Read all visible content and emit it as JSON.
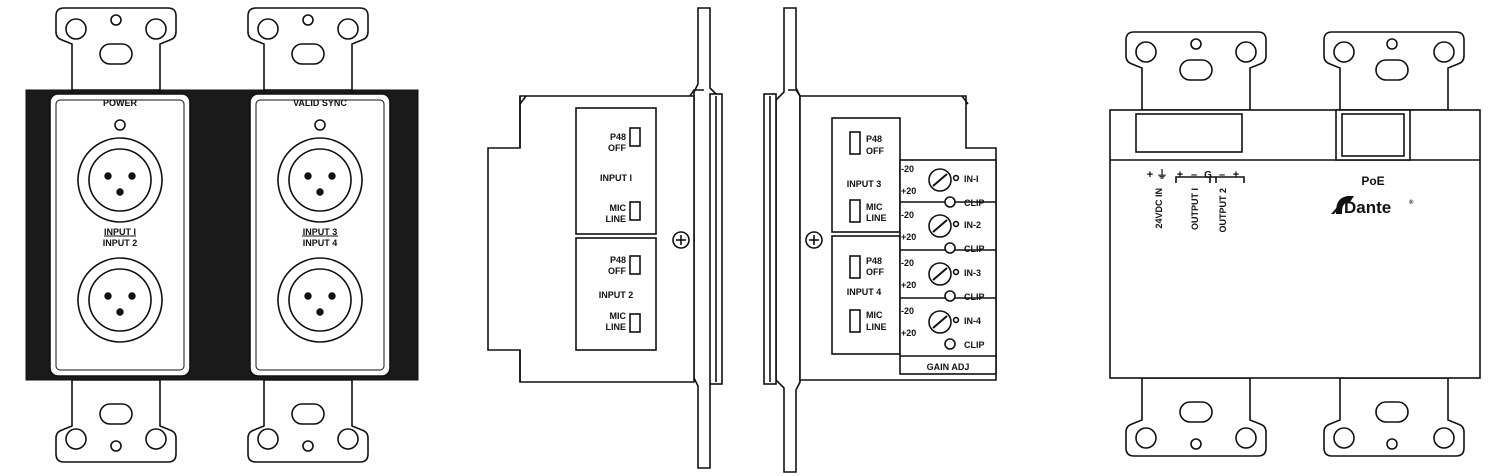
{
  "front_panel": {
    "power_label": "POWER",
    "valid_sync_label": "VALID SYNC",
    "input_1_label": "INPUT I",
    "input_2_label": "INPUT 2",
    "input_3_label": "INPUT 3",
    "input_4_label": "INPUT 4"
  },
  "side_left": {
    "p48_label_1": "P48",
    "off_label_1": "OFF",
    "input_1_label": "INPUT I",
    "mic_label_1": "MIC",
    "line_label_1": "LINE",
    "p48_label_2": "P48",
    "off_label_2": "OFF",
    "input_2_label": "INPUT 2",
    "mic_label_2": "MIC",
    "line_label_2": "LINE"
  },
  "side_right": {
    "p48_label_3": "P48",
    "off_label_3": "OFF",
    "input_3_label": "INPUT 3",
    "mic_label_3": "MIC",
    "line_label_3": "LINE",
    "p48_label_4": "P48",
    "off_label_4": "OFF",
    "input_4_label": "INPUT 4",
    "mic_label_4": "MIC",
    "line_label_4": "LINE",
    "gain": [
      {
        "minus": "-20",
        "plus": "+20",
        "in": "IN-I",
        "clip": "CLIP"
      },
      {
        "minus": "-20",
        "plus": "+20",
        "in": "IN-2",
        "clip": "CLIP"
      },
      {
        "minus": "-20",
        "plus": "+20",
        "in": "IN-3",
        "clip": "CLIP"
      },
      {
        "minus": "-20",
        "plus": "+20",
        "in": "IN-4",
        "clip": "CLIP"
      }
    ],
    "gain_adj_label": "GAIN ADJ"
  },
  "back_panel": {
    "plus_1": "+",
    "ground_symbol": "⏚",
    "plus_2": "+",
    "minus_1": "–",
    "g_label": "G",
    "minus_2": "–",
    "plus_3": "+",
    "label_24vdc": "24VDC IN",
    "label_output_1": "OUTPUT I",
    "label_output_2": "OUTPUT 2",
    "poe_label": "PoE",
    "dante_label": "Dante",
    "registered_mark": "®"
  }
}
